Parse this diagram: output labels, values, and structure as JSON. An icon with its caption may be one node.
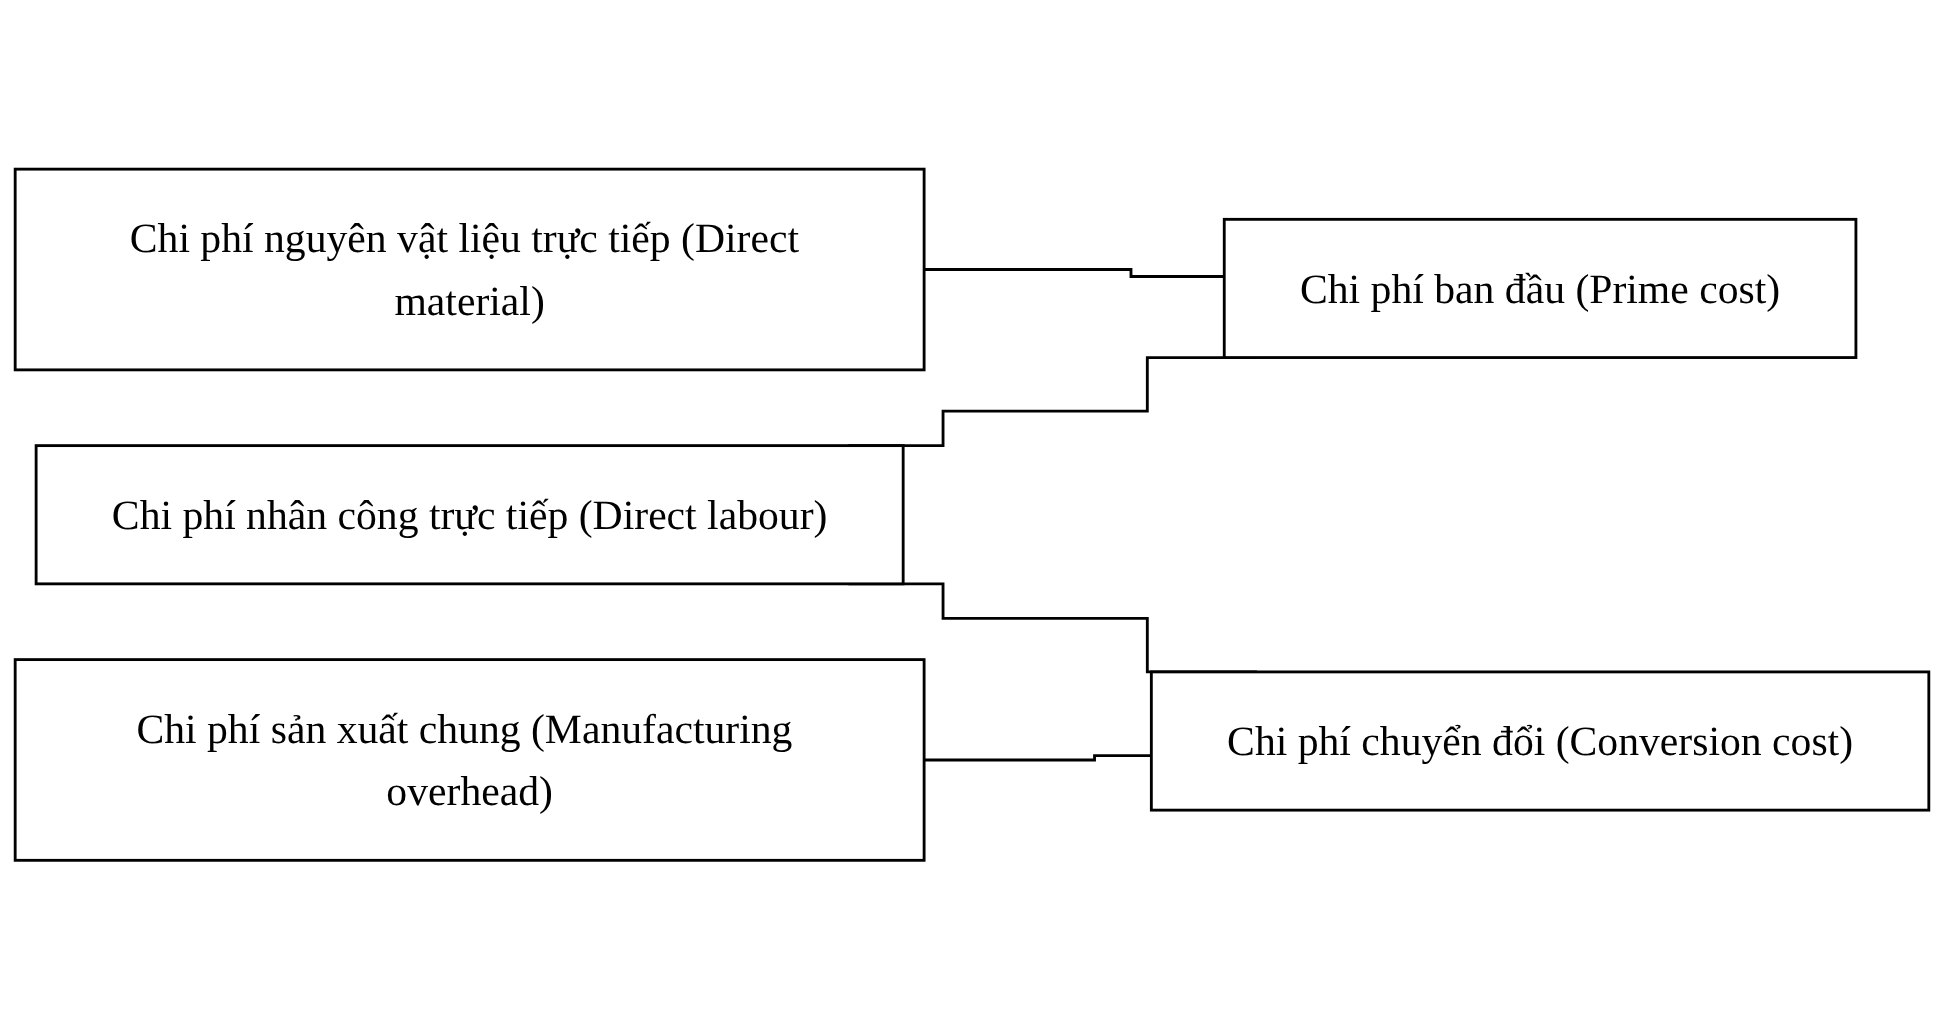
{
  "diagram": {
    "nodes": [
      {
        "text": [
          "Chi phí nguyên vật liệu trực tiếp (Direct material)"
        ]
      },
      {
        "text": [
          "Chi phí nhân công trực tiếp (Direct labour)"
        ]
      },
      {
        "text": [
          "Chi phí sản xuất chung (Manufacturing overhead)"
        ]
      },
      {
        "text": [
          "Chi phí ban đầu (Prime cost)"
        ]
      },
      {
        "text": [
          "Chi phí chuyển đổi (Conversion cost)"
        ]
      }
    ],
    "edges": [
      {
        "from": 0,
        "to": 3,
        "arrow": "none"
      },
      {
        "from": 1,
        "to": 3,
        "arrow": "none"
      },
      {
        "from": 1,
        "to": 4,
        "arrow": "none"
      },
      {
        "from": 2,
        "to": 4,
        "arrow": "none"
      }
    ]
  }
}
